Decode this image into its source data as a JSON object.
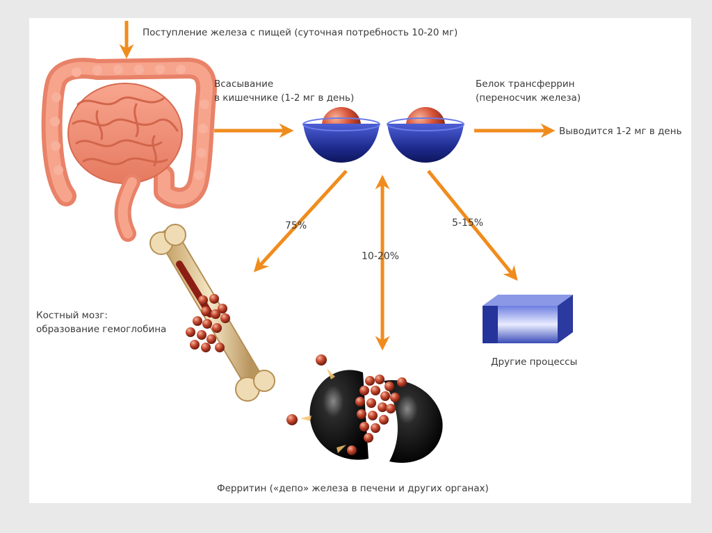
{
  "labels": {
    "intake": "Поступление железа с пищей (суточная потребность 10-20 мг)",
    "absorption_line1": "Всасывание",
    "absorption_line2": "в кишечнике (1-2 мг в день)",
    "transferrin_line1": "Белок трансферрин",
    "transferrin_line2": "(переносчик железа)",
    "excreted": "Выводится 1-2 мг в день",
    "bone_marrow_line1": "Костный мозг:",
    "bone_marrow_line2": "образование гемоглобина",
    "other_processes": "Другие процессы",
    "ferritin": "Ферритин («депо» железа в печени и других органах)"
  },
  "percentages": {
    "to_bone_marrow": "75%",
    "to_ferritin": "10-20%",
    "to_other": "5-15%"
  },
  "colors": {
    "arrow": "#f08c1e",
    "intestine": "#f2937a",
    "transferrin_bowl": "#2a3aa8",
    "iron_ball": "#c8402a",
    "ferritin_shell": "#111111",
    "box": "#3548b8",
    "bone": "#e8d3a8"
  },
  "icons": [
    "intestine-icon",
    "transferrin-icon",
    "bone-icon",
    "ferritin-icon",
    "box-icon"
  ]
}
